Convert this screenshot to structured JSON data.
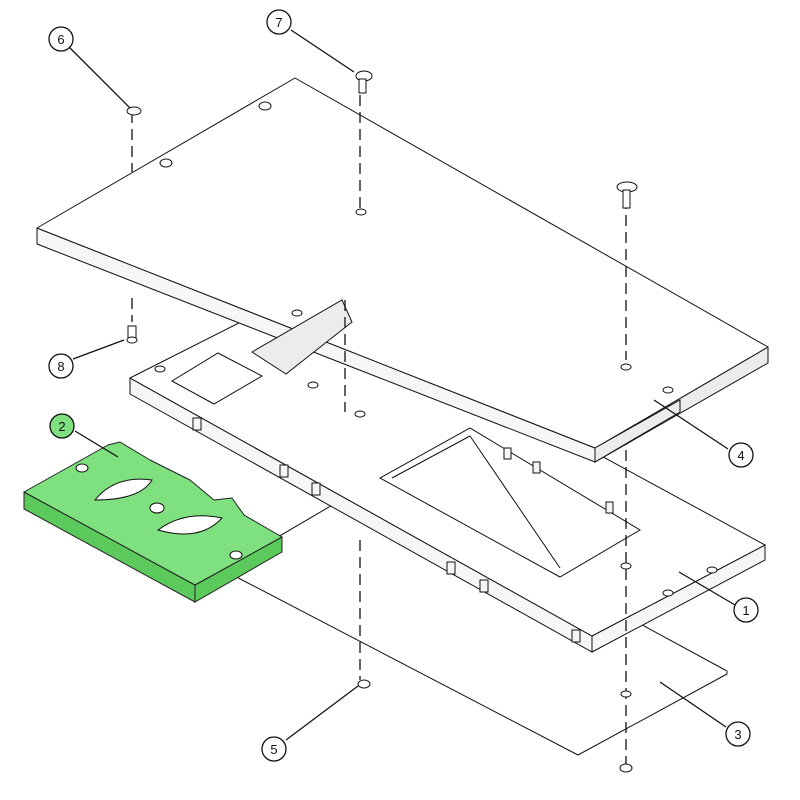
{
  "callouts": [
    {
      "id": "1",
      "label": "1",
      "highlighted": false
    },
    {
      "id": "2",
      "label": "2",
      "highlighted": true
    },
    {
      "id": "3",
      "label": "3",
      "highlighted": false
    },
    {
      "id": "4",
      "label": "4",
      "highlighted": false
    },
    {
      "id": "5",
      "label": "5",
      "highlighted": false
    },
    {
      "id": "6",
      "label": "6",
      "highlighted": false
    },
    {
      "id": "7",
      "label": "7",
      "highlighted": false
    },
    {
      "id": "8",
      "label": "8",
      "highlighted": false
    }
  ],
  "colors": {
    "highlight": "#7ee07e",
    "line": "#111111",
    "background": "#ffffff"
  }
}
